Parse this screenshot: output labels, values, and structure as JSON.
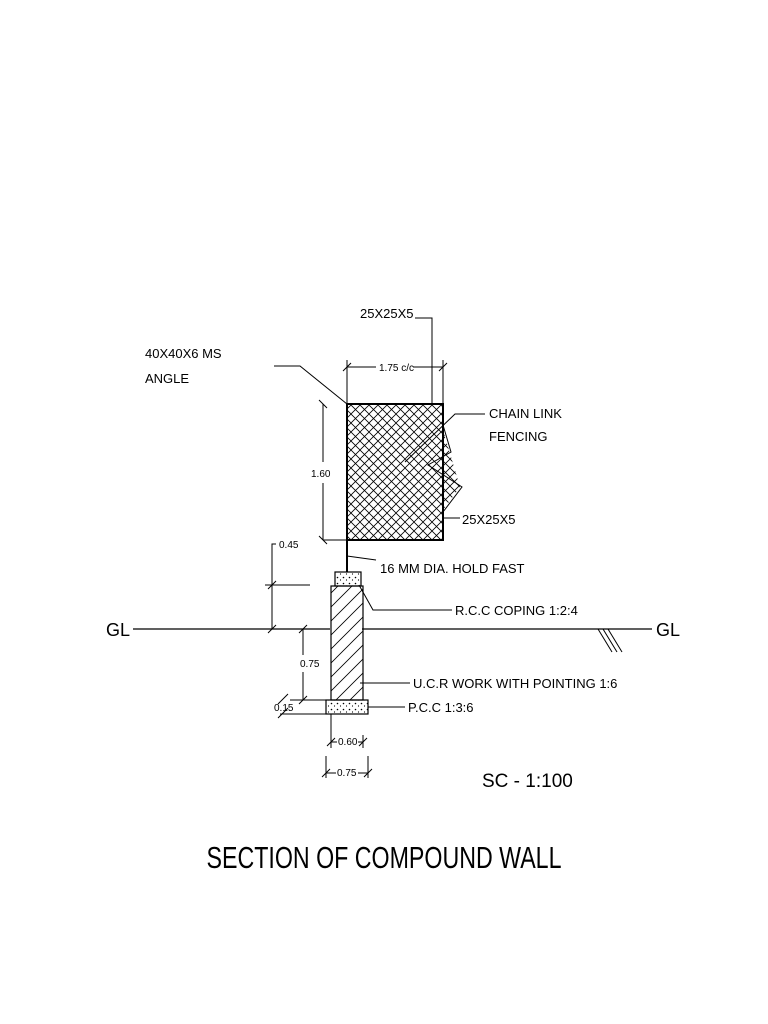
{
  "labels": {
    "angle_line1": "40X40X6 MS",
    "angle_line2": "ANGLE",
    "post_top": "25X25X5",
    "spacing": "1.75 c/c",
    "fencing_line1": "CHAIN LINK",
    "fencing_line2": "FENCING",
    "post_side": "25X25X5",
    "height": "1.60",
    "hold_fast": "16 MM DIA. HOLD FAST",
    "plinth": "0.45",
    "coping": "R.C.C COPING 1:2:4",
    "gl_left": "GL",
    "gl_right": "GL",
    "depth": "0.75",
    "ucr": "U.C.R WORK WITH POINTING 1:6",
    "pcc_thk": "0.15",
    "pcc": "P.C.C 1:3:6",
    "wall_width": "0.60",
    "pcc_width": "0.75",
    "scale": "SC - 1:100",
    "title": "SECTION OF COMPOUND WALL"
  }
}
